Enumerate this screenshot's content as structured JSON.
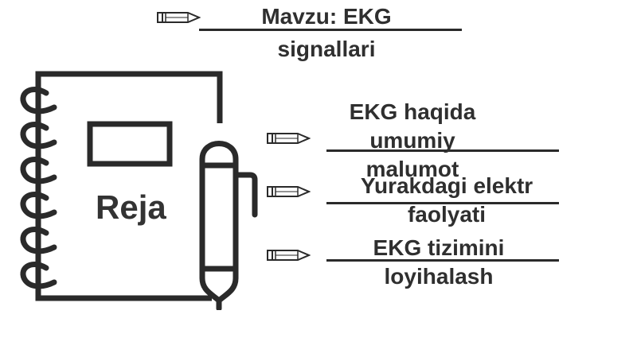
{
  "title": {
    "line1": "Mavzu: EKG",
    "line2": "signallari"
  },
  "notebook": {
    "label": "Reja"
  },
  "items": [
    {
      "line1": "EKG haqida",
      "line2": "umumiy",
      "line3": "malumot"
    },
    {
      "line1": "Yurakdagi elektr",
      "line2": "faolyati"
    },
    {
      "line1": "EKG tizimini",
      "line2": "loyihalash"
    }
  ],
  "icons": {
    "pencil": "pencil-icon",
    "notebook": "notebook-icon",
    "pen": "pen-icon"
  },
  "colors": {
    "ink": "#2a2a2a",
    "background": "#ffffff"
  }
}
